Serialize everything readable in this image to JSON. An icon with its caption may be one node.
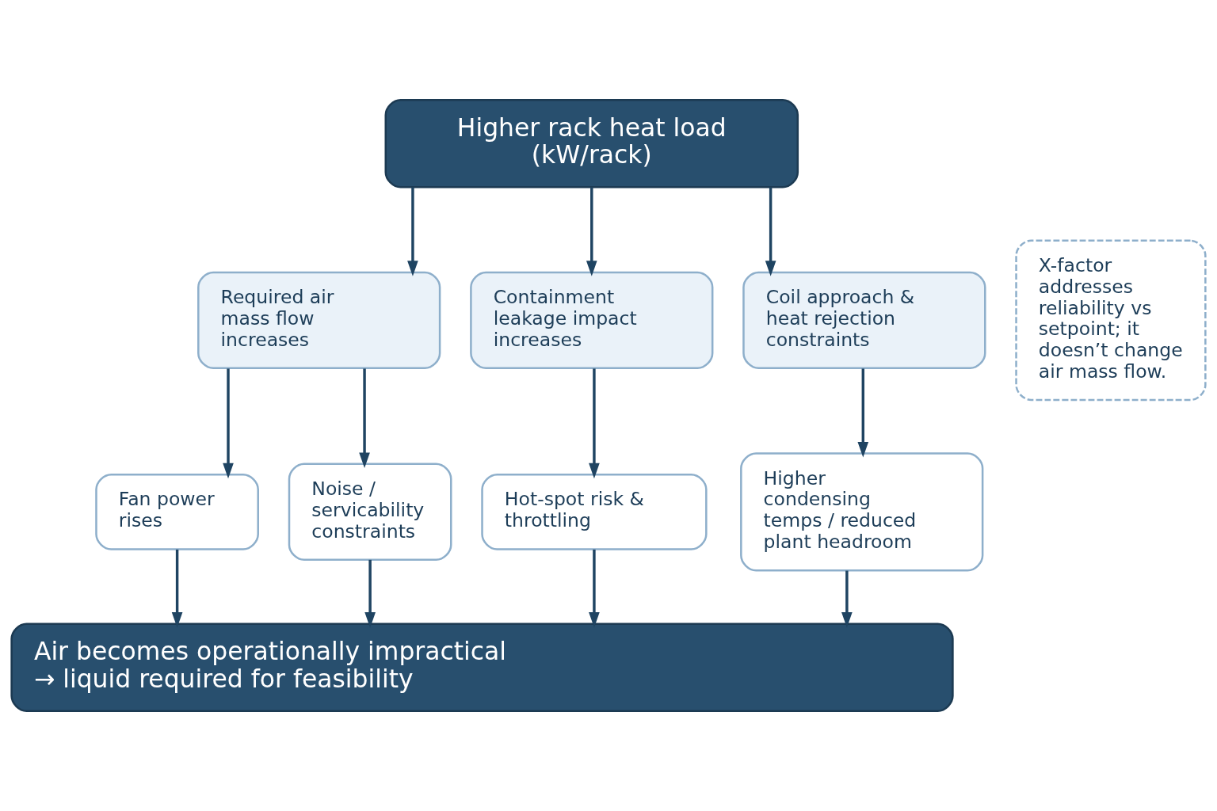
{
  "diagram": {
    "nodes": [
      {
        "text": [
          "Higher rack heat load (kW/rack)"
        ]
      },
      {
        "text": [
          "Required air mass flow increases"
        ]
      },
      {
        "text": [
          "Containment leakage impact increases"
        ]
      },
      {
        "text": [
          "Coil approach & heat rejection constraints"
        ]
      },
      {
        "text": [
          "Fan power rises"
        ]
      },
      {
        "text": [
          "Noise / servicability constraints"
        ]
      },
      {
        "text": [
          "Hot-spot risk & throttling"
        ]
      },
      {
        "text": [
          "Higher condensing temps / reduced plant headroom"
        ]
      },
      {
        "text": [
          "Air becomes operationally impractical → liquid required for feasibility"
        ]
      },
      {
        "text": [
          "X-factor addresses reliability vs setpoint; it doesn’t change air mass flow."
        ]
      }
    ],
    "edges": [
      {
        "from": 0,
        "to": 1,
        "arrow": "to"
      },
      {
        "from": 0,
        "to": 2,
        "arrow": "to"
      },
      {
        "from": 0,
        "to": 3,
        "arrow": "to"
      },
      {
        "from": 1,
        "to": 4,
        "arrow": "to"
      },
      {
        "from": 1,
        "to": 5,
        "arrow": "to"
      },
      {
        "from": 2,
        "to": 6,
        "arrow": "to"
      },
      {
        "from": 3,
        "to": 7,
        "arrow": "to"
      },
      {
        "from": 4,
        "to": 8,
        "arrow": "to"
      },
      {
        "from": 5,
        "to": 8,
        "arrow": "to"
      },
      {
        "from": 6,
        "to": 8,
        "arrow": "to"
      },
      {
        "from": 7,
        "to": 8,
        "arrow": "to"
      }
    ]
  }
}
